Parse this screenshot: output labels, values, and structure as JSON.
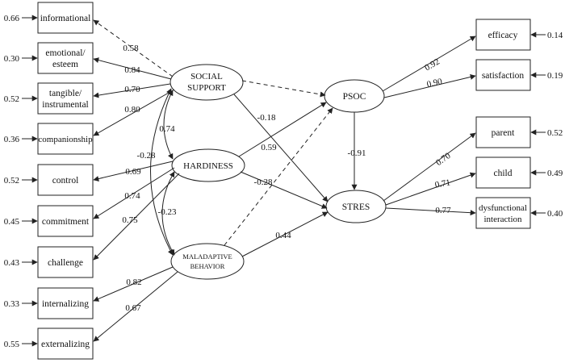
{
  "indicators_left": {
    "informational": {
      "label": "informational",
      "error": "0.66",
      "loading": "0.58"
    },
    "emotional": {
      "label1": "emotional/",
      "label2": "esteem",
      "error": "0.30",
      "loading": "0.84"
    },
    "tangible": {
      "label1": "tangible/",
      "label2": "instrumental",
      "error": "0.52",
      "loading": "0.70"
    },
    "companionship": {
      "label": "companionship",
      "error": "0.36",
      "loading": "0.80"
    },
    "control": {
      "label": "control",
      "error": "0.52",
      "loading": "0.69"
    },
    "commitment": {
      "label": "commitment",
      "error": "0.45",
      "loading": "0.74"
    },
    "challenge": {
      "label": "challenge",
      "error": "0.43",
      "loading": "0.75"
    },
    "internalizing": {
      "label": "internalizing",
      "error": "0.33",
      "loading": "0.82"
    },
    "externalizing": {
      "label": "externalizing",
      "error": "0.55",
      "loading": "0.67"
    }
  },
  "latent": {
    "social_support": {
      "line1": "SOCIAL",
      "line2": "SUPPORT"
    },
    "hardiness": {
      "label": "HARDINESS"
    },
    "maladaptive": {
      "line1": "MALADAPTIVE",
      "line2": "BEHAVIOR"
    },
    "psoc": {
      "label": "PSOC"
    },
    "stres": {
      "label": "STRES"
    }
  },
  "correlations": {
    "ss_hardiness": "0.74",
    "ss_maladaptive": "-0.28",
    "hardiness_maladaptive": "-0.23"
  },
  "paths": {
    "ss_stres": "-0.18",
    "hardiness_psoc": "0.59",
    "hardiness_stres": "-0.28",
    "maladaptive_stres": "0.44",
    "psoc_stres": "-0.91"
  },
  "indicators_right": {
    "efficacy": {
      "label": "efficacy",
      "error": "0.14",
      "loading": "0.92"
    },
    "satisfaction": {
      "label": "satisfaction",
      "error": "0.19",
      "loading": "0.90"
    },
    "parent": {
      "label": "parent",
      "error": "0.52",
      "loading": "0.70"
    },
    "child": {
      "label": "child",
      "error": "0.49",
      "loading": "0.71"
    },
    "dysfunctional": {
      "label1": "dysfunctional",
      "label2": "interaction",
      "error": "0.40",
      "loading": "0.77"
    }
  }
}
